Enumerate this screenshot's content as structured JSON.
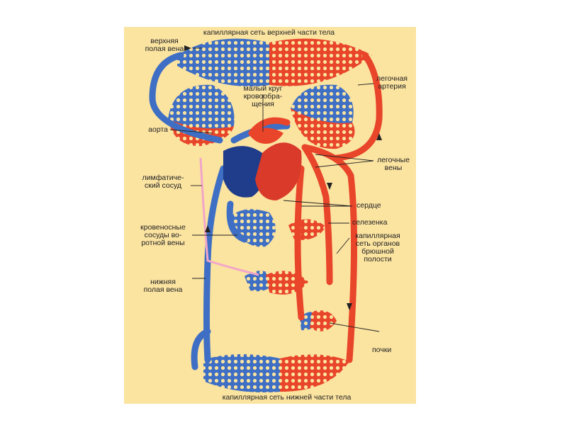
{
  "colors": {
    "background": "#fbe3a0",
    "arterial": "#e8452a",
    "venous": "#3e6fc4",
    "heart_left": "#d93a2a",
    "heart_right": "#1f3d8a",
    "lymph": "#f2a6c9",
    "leader": "#222222"
  },
  "labels": {
    "upper_capillaries": "капиллярная сеть верхней части тела",
    "superior_vena_cava_1": "верхняя",
    "superior_vena_cava_2": "полая вена",
    "pulmonary_circ_1": "малый круг",
    "pulmonary_circ_2": "кровообра-",
    "pulmonary_circ_3": "щения",
    "pulmonary_artery_1": "легочная",
    "pulmonary_artery_2": "артерия",
    "aorta": "аорта",
    "pulmonary_veins_1": "легочные",
    "pulmonary_veins_2": "вены",
    "lymph_vessel_1": "лимфатиче-",
    "lymph_vessel_2": "ский сосуд",
    "heart": "сердце",
    "spleen": "селезенка",
    "portal_1": "кровеносные",
    "portal_2": "сосуды во-",
    "portal_3": "ротной вены",
    "abdominal_1": "капиллярная",
    "abdominal_2": "сеть органов",
    "abdominal_3": "брюшной",
    "abdominal_4": "полости",
    "inferior_vena_cava_1": "нижняя",
    "inferior_vena_cava_2": "полая вена",
    "kidneys": "почки",
    "lower_capillaries": "капиллярная сеть нижней части тела"
  }
}
